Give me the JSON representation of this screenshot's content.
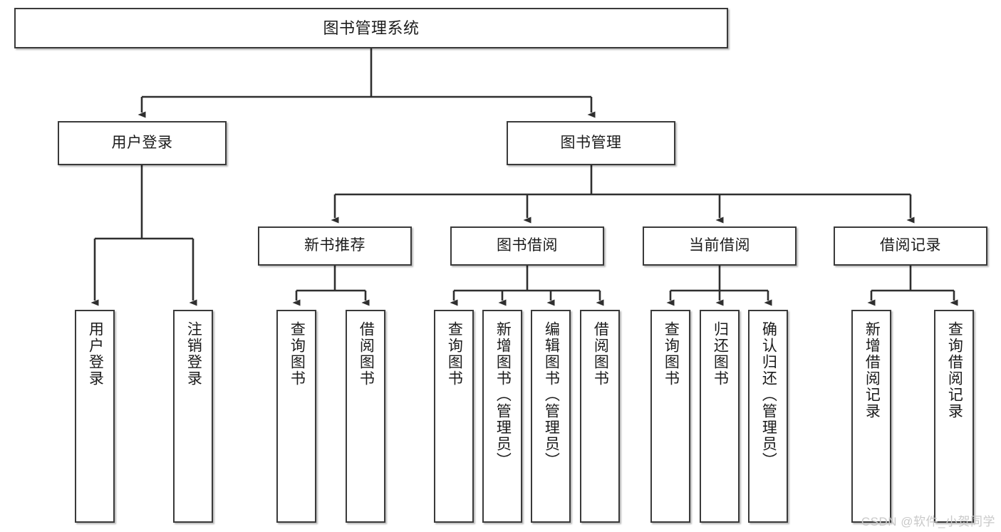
{
  "diagram": {
    "title": "图书管理系统",
    "type": "tree-hierarchy-chart",
    "watermark": "CSDN @软件_小贺同学",
    "colors": {
      "box_border": "#3a3a3a",
      "box_fill": "#ffffff",
      "line": "#2f2f2f",
      "text": "#1b1b1b",
      "watermark": "#c9c9c9",
      "background": "#ffffff"
    },
    "nodes": {
      "root": {
        "label": "图书管理系统"
      },
      "level2": [
        {
          "label": "用户登录"
        },
        {
          "label": "图书管理"
        }
      ],
      "level3": [
        {
          "label": "新书推荐"
        },
        {
          "label": "图书借阅"
        },
        {
          "label": "当前借阅"
        },
        {
          "label": "借阅记录"
        }
      ],
      "leaves": {
        "user_login": [
          {
            "label": "用户登录"
          },
          {
            "label": "注销登录"
          }
        ],
        "new_book_recommend": [
          {
            "label": "查询图书"
          },
          {
            "label": "借阅图书"
          }
        ],
        "book_borrow": [
          {
            "label": "查询图书"
          },
          {
            "label": "新增图书（管理员）"
          },
          {
            "label": "编辑图书（管理员）"
          },
          {
            "label": "借阅图书"
          }
        ],
        "current_borrow": [
          {
            "label": "查询图书"
          },
          {
            "label": "归还图书"
          },
          {
            "label": "确认归还（管理员）"
          }
        ],
        "borrow_record": [
          {
            "label": "新增借阅记录"
          },
          {
            "label": "查询借阅记录"
          }
        ]
      }
    }
  }
}
